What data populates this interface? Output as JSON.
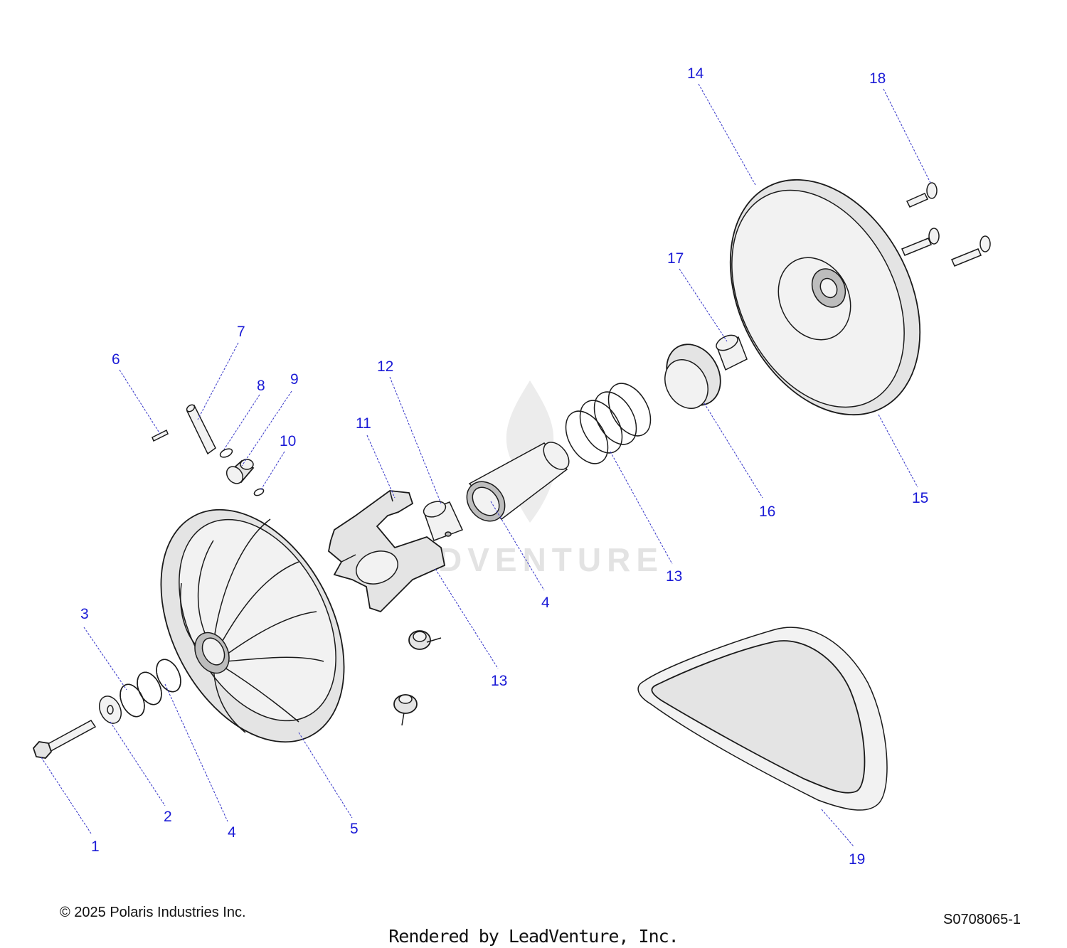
{
  "diagram": {
    "callouts": [
      "1",
      "2",
      "3",
      "4",
      "4",
      "5",
      "6",
      "7",
      "8",
      "9",
      "10",
      "11",
      "12",
      "13",
      "13",
      "14",
      "15",
      "16",
      "17",
      "18",
      "19"
    ]
  },
  "watermark": {
    "text": "LEADVENTURE"
  },
  "footer": {
    "copyright": "© 2025 Polaris Industries Inc.",
    "drawing_id": "S0708065-1",
    "rendered_by": "Rendered by LeadVenture, Inc."
  }
}
